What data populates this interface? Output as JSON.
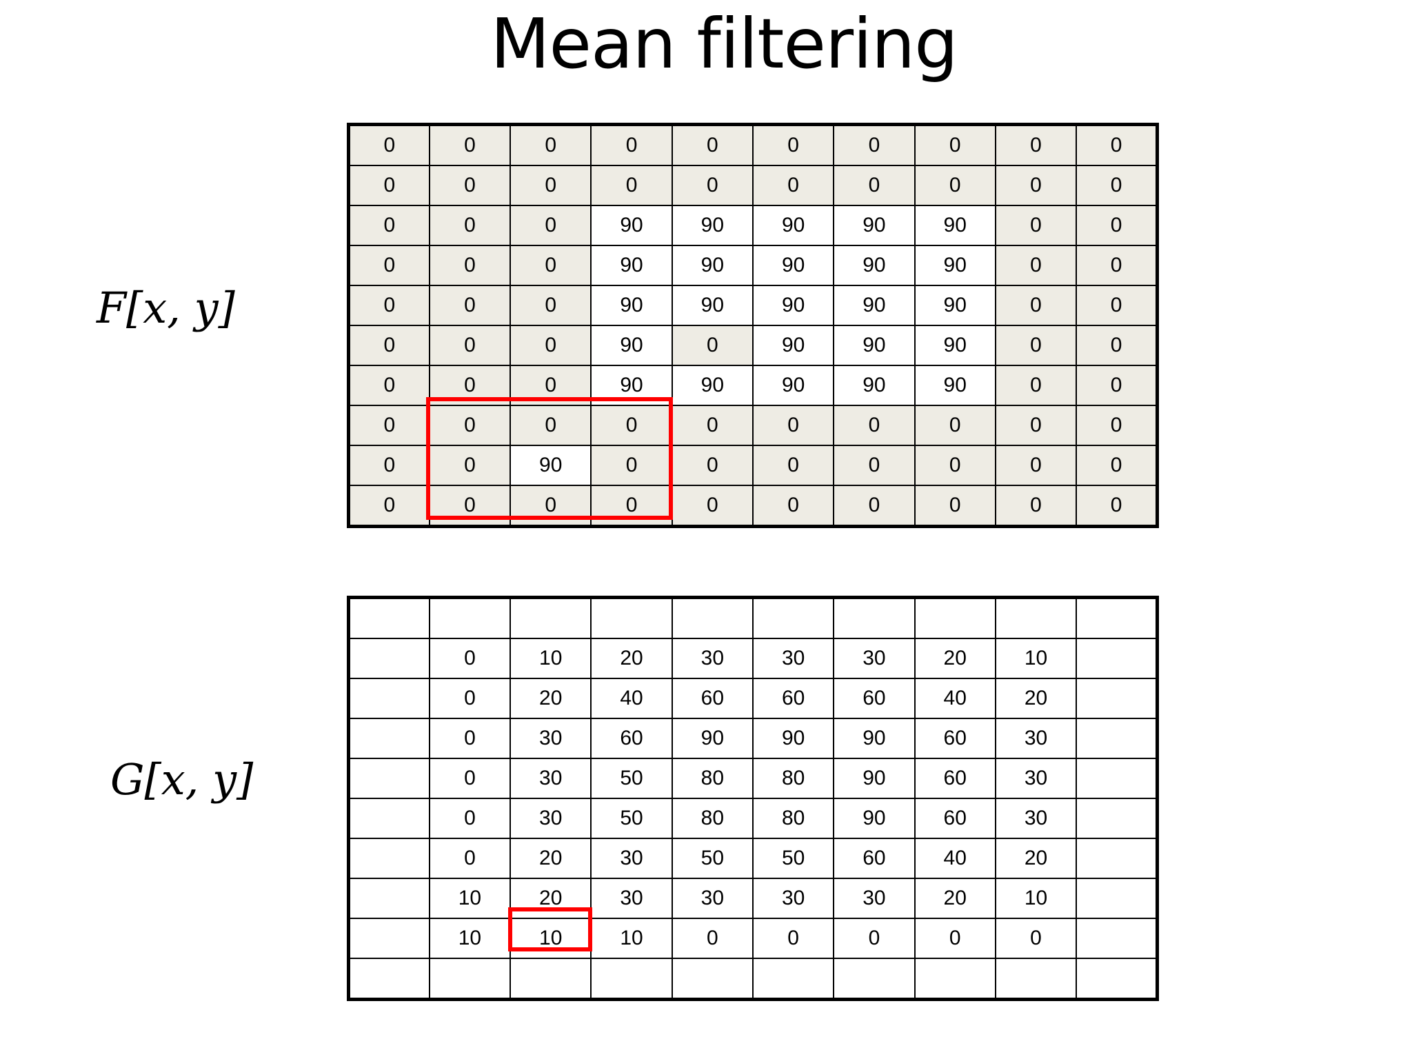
{
  "title": "Mean filtering",
  "input_label": "F[x, y]",
  "output_label": "G[x, y]",
  "colors": {
    "zero_cell": "#eeece4",
    "highlight": "#ff0000"
  },
  "input_grid": [
    [
      "0",
      "0",
      "0",
      "0",
      "0",
      "0",
      "0",
      "0",
      "0",
      "0"
    ],
    [
      "0",
      "0",
      "0",
      "0",
      "0",
      "0",
      "0",
      "0",
      "0",
      "0"
    ],
    [
      "0",
      "0",
      "0",
      "90",
      "90",
      "90",
      "90",
      "90",
      "0",
      "0"
    ],
    [
      "0",
      "0",
      "0",
      "90",
      "90",
      "90",
      "90",
      "90",
      "0",
      "0"
    ],
    [
      "0",
      "0",
      "0",
      "90",
      "90",
      "90",
      "90",
      "90",
      "0",
      "0"
    ],
    [
      "0",
      "0",
      "0",
      "90",
      "0",
      "90",
      "90",
      "90",
      "0",
      "0"
    ],
    [
      "0",
      "0",
      "0",
      "90",
      "90",
      "90",
      "90",
      "90",
      "0",
      "0"
    ],
    [
      "0",
      "0",
      "0",
      "0",
      "0",
      "0",
      "0",
      "0",
      "0",
      "0"
    ],
    [
      "0",
      "0",
      "90",
      "0",
      "0",
      "0",
      "0",
      "0",
      "0",
      "0"
    ],
    [
      "0",
      "0",
      "0",
      "0",
      "0",
      "0",
      "0",
      "0",
      "0",
      "0"
    ]
  ],
  "output_grid": [
    [
      "",
      "",
      "",
      "",
      "",
      "",
      "",
      "",
      "",
      ""
    ],
    [
      "",
      "0",
      "10",
      "20",
      "30",
      "30",
      "30",
      "20",
      "10",
      ""
    ],
    [
      "",
      "0",
      "20",
      "40",
      "60",
      "60",
      "60",
      "40",
      "20",
      ""
    ],
    [
      "",
      "0",
      "30",
      "60",
      "90",
      "90",
      "90",
      "60",
      "30",
      ""
    ],
    [
      "",
      "0",
      "30",
      "50",
      "80",
      "80",
      "90",
      "60",
      "30",
      ""
    ],
    [
      "",
      "0",
      "30",
      "50",
      "80",
      "80",
      "90",
      "60",
      "30",
      ""
    ],
    [
      "",
      "0",
      "20",
      "30",
      "50",
      "50",
      "60",
      "40",
      "20",
      ""
    ],
    [
      "",
      "10",
      "20",
      "30",
      "30",
      "30",
      "30",
      "20",
      "10",
      ""
    ],
    [
      "",
      "10",
      "10",
      "10",
      "0",
      "0",
      "0",
      "0",
      "0",
      ""
    ],
    [
      "",
      "",
      "",
      "",
      "",
      "",
      "",
      "",
      "",
      ""
    ]
  ]
}
